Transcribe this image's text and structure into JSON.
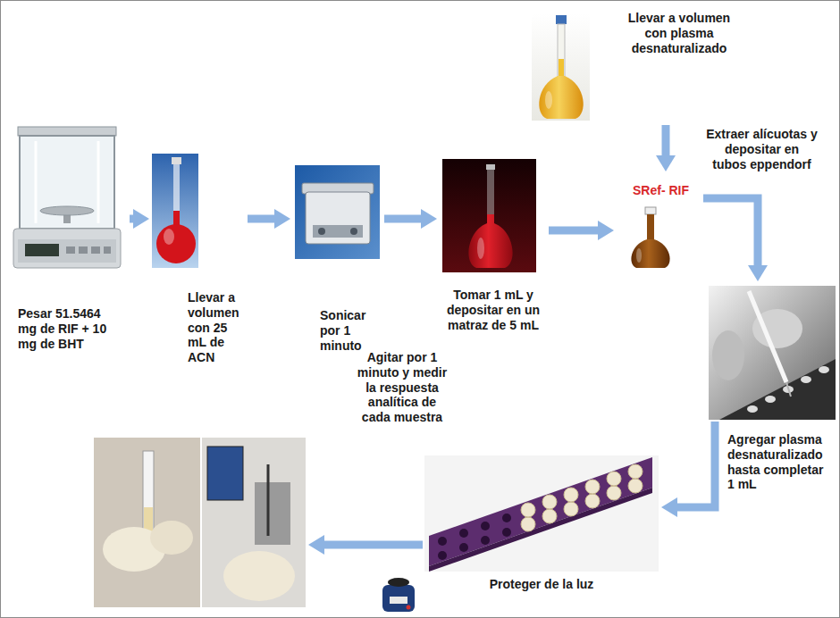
{
  "diagram": {
    "nodes": [
      {
        "text": [
          "Pesar 51.5464 mg de RIF + 10 mg de BHT"
        ]
      },
      {
        "text": [
          "Llevar a volumen con 25 mL de ACN"
        ]
      },
      {
        "text": [
          "Sonicar por 1 minuto"
        ]
      },
      {
        "text": [
          "Tomar 1 mL y depositar en un matraz de 5 mL"
        ]
      },
      {
        "text": [
          "Llevar a volumen con plasma desnaturalizado"
        ]
      },
      {
        "text": [
          "SRef- RIF"
        ]
      },
      {
        "text": []
      },
      {
        "text": [
          "Proteger de la luz"
        ]
      },
      {
        "text": []
      }
    ],
    "edges": [
      {
        "from": 0,
        "to": 1,
        "arrow": "to"
      },
      {
        "from": 1,
        "to": 2,
        "arrow": "to"
      },
      {
        "from": 2,
        "to": 3,
        "arrow": "to"
      },
      {
        "from": 3,
        "to": 5,
        "arrow": "to"
      },
      {
        "from": 4,
        "to": 5,
        "arrow": "to"
      },
      {
        "from": 5,
        "to": 6,
        "label": "Extraer alícuotas y depositar en tubos eppendorf",
        "arrow": "to"
      },
      {
        "from": 6,
        "to": 7,
        "label": "Agregar plasma desnaturalizado hasta completar 1 mL",
        "arrow": "to"
      },
      {
        "from": 7,
        "to": 8,
        "label": "Agitar por 1 minuto y medir la respuesta analítica de cada muestra",
        "arrow": "to"
      }
    ]
  }
}
